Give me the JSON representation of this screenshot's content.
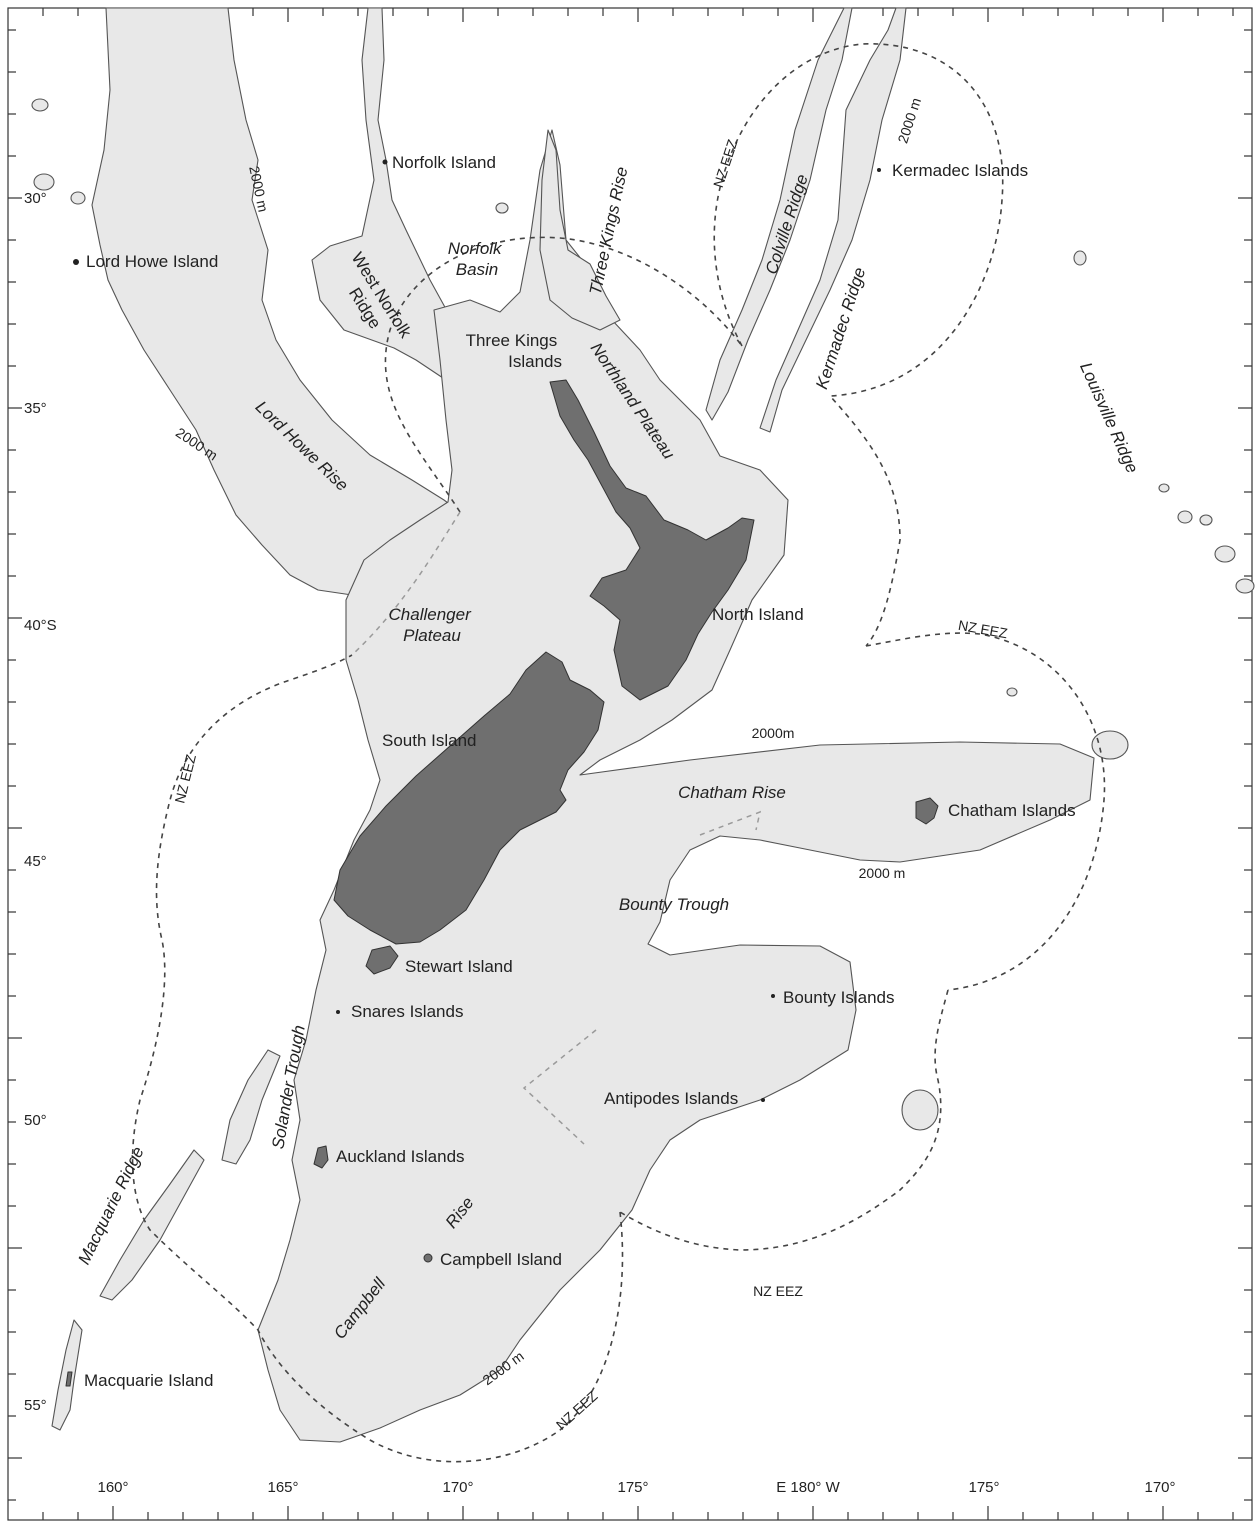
{
  "islands": {
    "norfolk": "Norfolk Island",
    "lord_howe": "Lord Howe Island",
    "three_kings": [
      "Three Kings",
      "Islands"
    ],
    "kermadec": "Kermadec Islands",
    "north": "North Island",
    "south": "South Island",
    "chatham": "Chatham Islands",
    "stewart": "Stewart Island",
    "snares": "Snares Islands",
    "bounty": "Bounty Islands",
    "antipodes": "Antipodes Islands",
    "auckland": "Auckland Islands",
    "campbell": "Campbell Island",
    "macquarie": "Macquarie Island"
  },
  "features": {
    "norfolk_basin": [
      "Norfolk",
      "Basin"
    ],
    "west_norfolk_ridge": [
      "West Norfolk",
      "Ridge"
    ],
    "three_kings_rise": "Three Kings Rise",
    "colville_ridge": "Colville Ridge",
    "kermadec_ridge": "Kermadec Ridge",
    "louisville_ridge": "Louisville Ridge",
    "lord_howe_rise": "Lord Howe Rise",
    "northland_plateau": "Northland Plateau",
    "challenger_plateau": [
      "Challenger",
      "Plateau"
    ],
    "chatham_rise": "Chatham Rise",
    "bounty_trough": "Bounty Trough",
    "solander_trough": "Solander Trough",
    "macquarie_ridge": "Macquarie Ridge",
    "campbell": "Campbell",
    "rise": "Rise"
  },
  "eez_label": "NZ EEZ",
  "depth_label": "2000 m",
  "depth_label_alt": "2000m",
  "lat_labels": [
    "30°",
    "35°",
    "40°S",
    "45°",
    "50°",
    "55°"
  ],
  "lon_labels": [
    "160°",
    "165°",
    "170°",
    "175°",
    "E 180° W",
    "175°",
    "170°"
  ],
  "colors": {
    "shelf": "#e8e8e8",
    "land": "#6f6f6f",
    "sea": "#ffffff"
  }
}
